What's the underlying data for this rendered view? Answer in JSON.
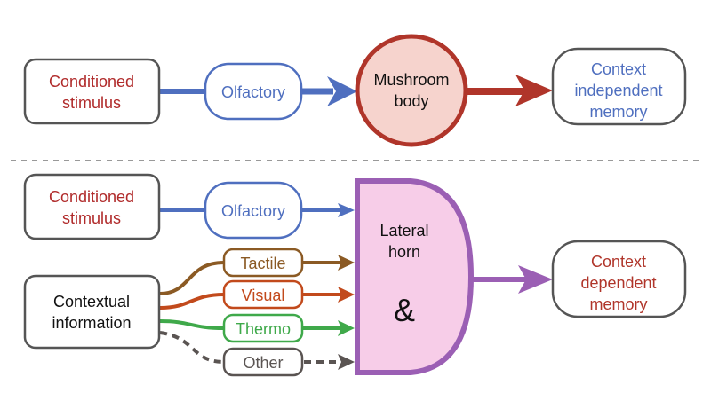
{
  "colors": {
    "red": "#b02a2a",
    "blue": "#4f6fbf",
    "dark": "#555555",
    "brown": "#8b5a24",
    "orange": "#c24a1c",
    "green": "#3fa94a",
    "gray": "#5a5452",
    "purple": "#9b5fb4",
    "pink": "#f7cde8",
    "salmon": "#f6d3cd"
  },
  "top": {
    "cs": [
      "Conditioned",
      "stimulus"
    ],
    "olfactory": "Olfactory",
    "mb": [
      "Mushroom",
      "body"
    ],
    "memory": [
      "Context",
      "independent",
      "memory"
    ]
  },
  "bottom": {
    "cs": [
      "Conditioned",
      "stimulus"
    ],
    "olfactory": "Olfactory",
    "context": [
      "Contextual",
      "information"
    ],
    "tactile": "Tactile",
    "visual": "Visual",
    "thermo": "Thermo",
    "other": "Other",
    "lh": [
      "Lateral",
      "horn"
    ],
    "and": "&",
    "memory": [
      "Context",
      "dependent",
      "memory"
    ]
  }
}
